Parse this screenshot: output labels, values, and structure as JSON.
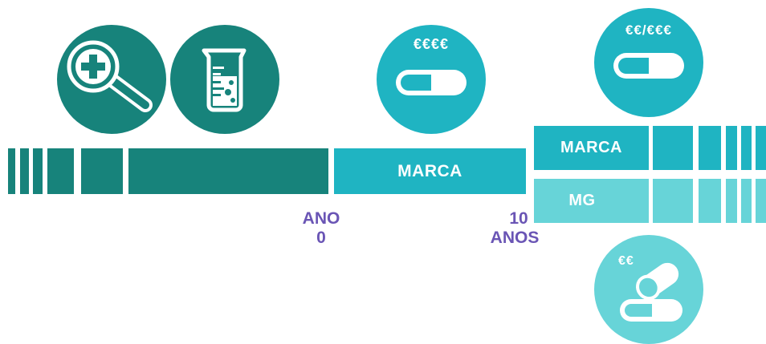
{
  "colors": {
    "dark_teal": "#17837b",
    "teal": "#1fb4c2",
    "light_teal": "#67d4d8",
    "year_label": "#6a55b5",
    "white": "#ffffff"
  },
  "icons": {
    "research": "magnifier-plus-icon",
    "lab": "beaker-icon",
    "brand_pill": "capsule-icon",
    "brand_pill_after": "capsule-icon",
    "generic_pills": "split-capsules-icon"
  },
  "badges": {
    "brand_price": "€€€€",
    "after_patent_price": "€€/€€€",
    "generic_price": "€€"
  },
  "timeline": {
    "brand_label": "MARCA",
    "brand_after_label": "MARCA",
    "generic_label": "MG"
  },
  "markers": {
    "start_line1": "ANO",
    "start_line2": "0",
    "end_line1": "10",
    "end_line2": "ANOS"
  }
}
